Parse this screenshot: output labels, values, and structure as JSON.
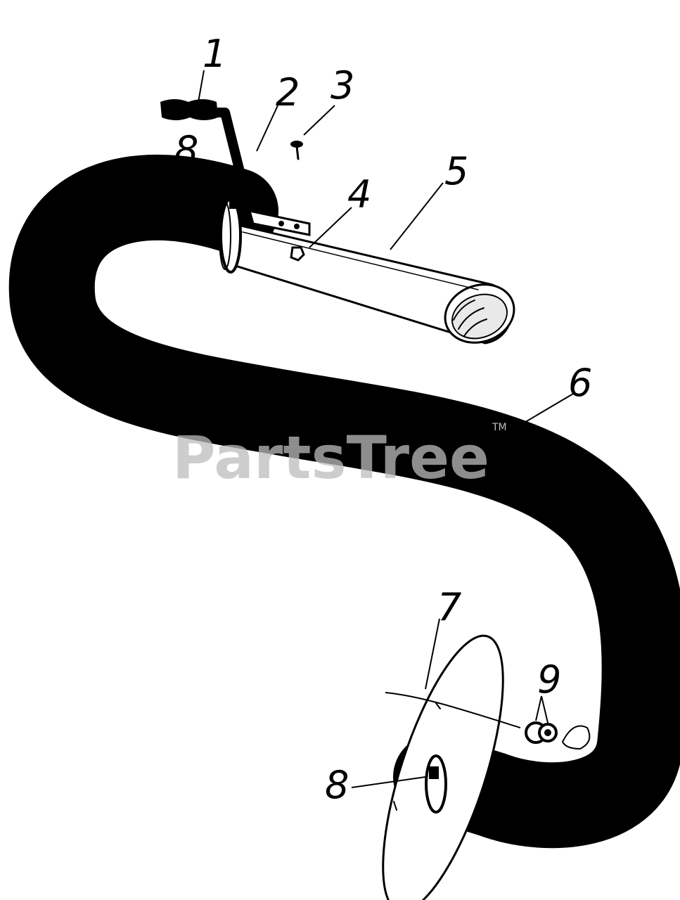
{
  "watermark": {
    "text": "PartsTree",
    "trademark": "TM"
  },
  "callouts": [
    {
      "id": "1",
      "label": "1"
    },
    {
      "id": "2",
      "label": "2"
    },
    {
      "id": "3",
      "label": "3"
    },
    {
      "id": "4",
      "label": "4"
    },
    {
      "id": "5",
      "label": "5"
    },
    {
      "id": "6",
      "label": "6"
    },
    {
      "id": "7",
      "label": "7"
    },
    {
      "id": "8a",
      "label": "8"
    },
    {
      "id": "8b",
      "label": "8"
    },
    {
      "id": "9",
      "label": "9"
    }
  ],
  "colors": {
    "ink": "#000000",
    "watermark": "#bdbdbd",
    "background": "#ffffff"
  }
}
